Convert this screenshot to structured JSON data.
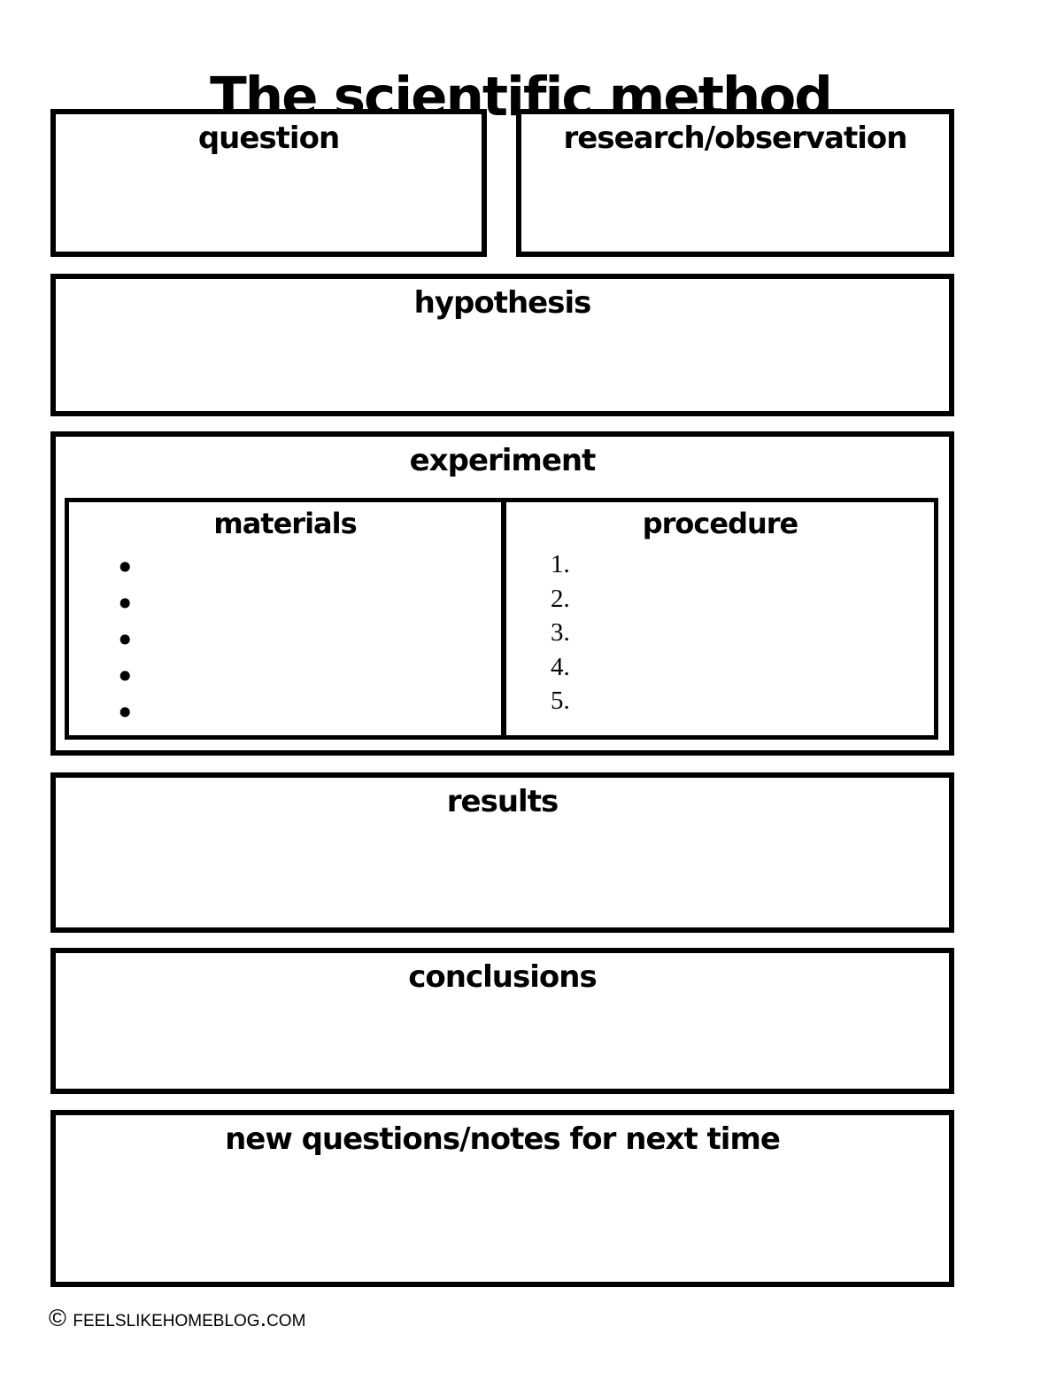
{
  "page": {
    "title": "The scientific method",
    "footer": "© feelslikehomeblog.com"
  },
  "sections": {
    "question": {
      "label": "question"
    },
    "research_observation": {
      "label": "research/observation"
    },
    "hypothesis": {
      "label": "hypothesis"
    },
    "experiment": {
      "label": "experiment",
      "materials": {
        "label": "materials",
        "bullets": [
          "•",
          "•",
          "•",
          "•",
          "•"
        ]
      },
      "procedure": {
        "label": "procedure",
        "steps": [
          "1.",
          "2.",
          "3.",
          "4.",
          "5."
        ]
      }
    },
    "results": {
      "label": "results"
    },
    "conclusions": {
      "label": "conclusions"
    },
    "new_questions": {
      "label": "new questions/notes for next time"
    }
  }
}
